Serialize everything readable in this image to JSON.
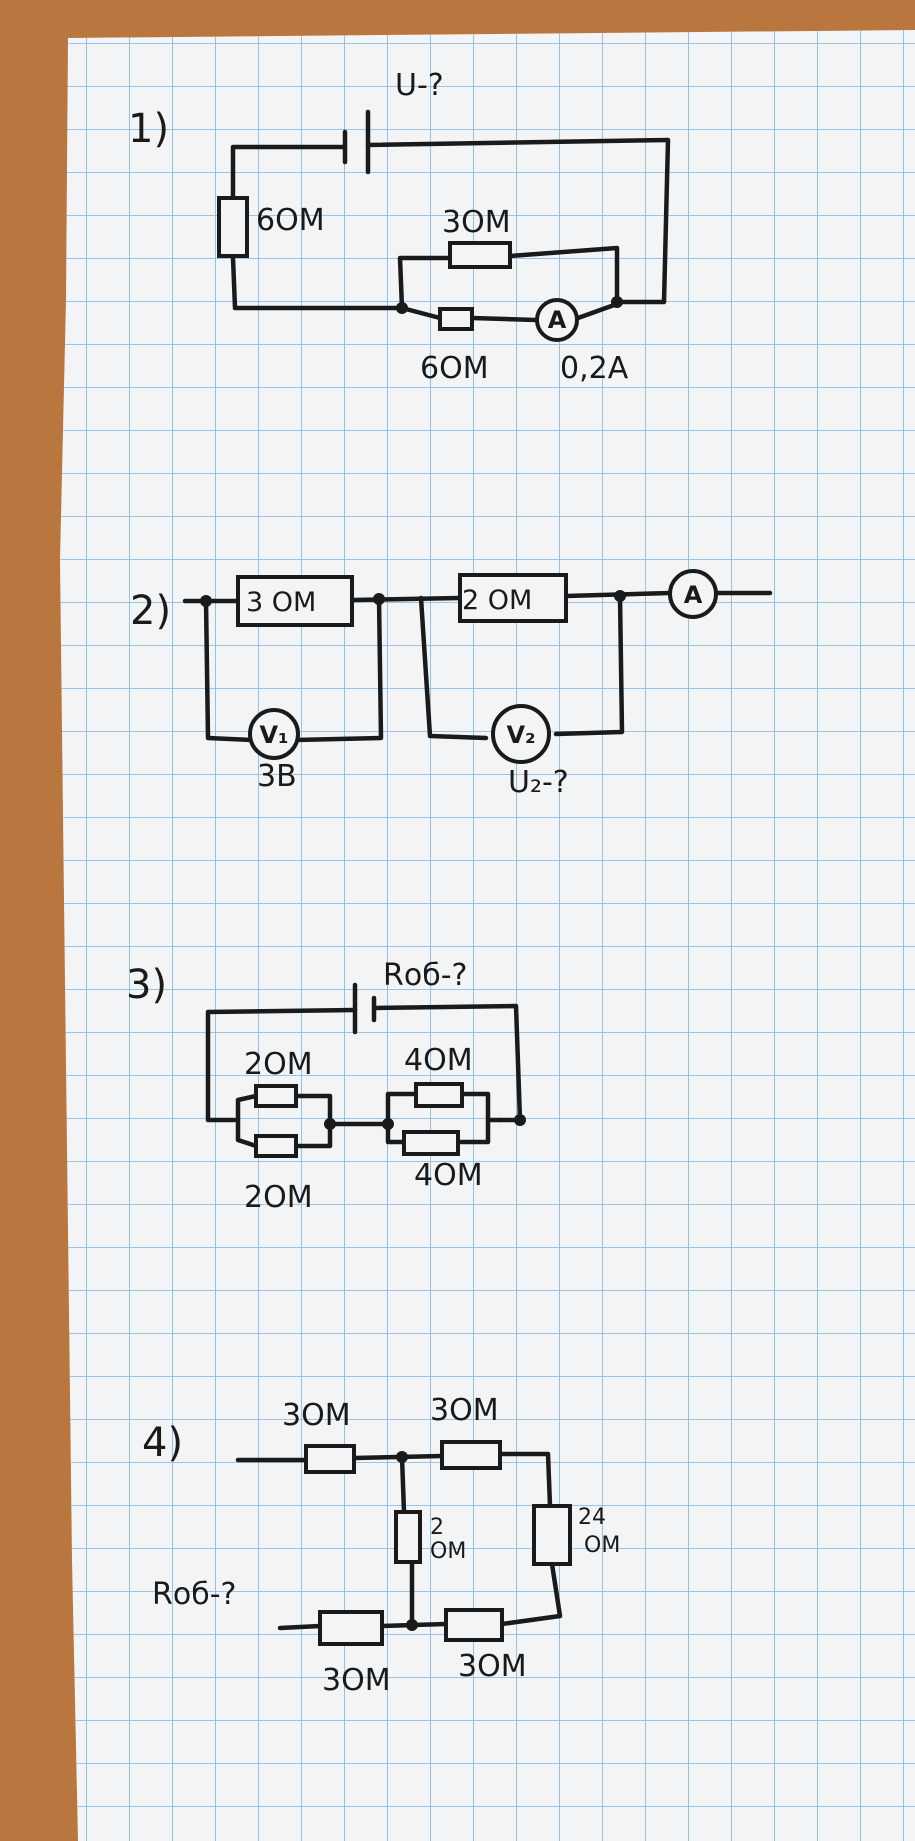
{
  "colors": {
    "desk": "#b9773f",
    "paper": "#f2f4f6",
    "grid": "#7fb4de",
    "ink": "#1a1a1a"
  },
  "problem1": {
    "number": "1)",
    "unknown": "U-?",
    "r_left": "6ОМ",
    "r_top": "3ОМ",
    "r_bottom": "6ОМ",
    "ammeter": "A",
    "current": "0,2A"
  },
  "problem2": {
    "number": "2)",
    "r1": "3 ОМ",
    "r2": "2 ОМ",
    "v1_symbol": "V₁",
    "v1_reading": "3B",
    "v2_symbol": "V₂",
    "v2_unknown": "U₂-?",
    "ammeter": "A"
  },
  "problem3": {
    "number": "3)",
    "unknown": "Rоб-?",
    "r_a_top": "2ОМ",
    "r_a_bottom": "2ОМ",
    "r_b_top": "4ОМ",
    "r_b_bottom": "4ОМ"
  },
  "problem4": {
    "number": "4)",
    "r_top_left": "3ОМ",
    "r_top_right": "3ОМ",
    "r_mid_value": "2",
    "r_mid_unit": "ОМ",
    "r_right_value": "24",
    "r_right_unit": "ОМ",
    "r_bottom_left": "3ОМ",
    "r_bottom_right": "3ОМ",
    "unknown": "Rоб-?"
  }
}
